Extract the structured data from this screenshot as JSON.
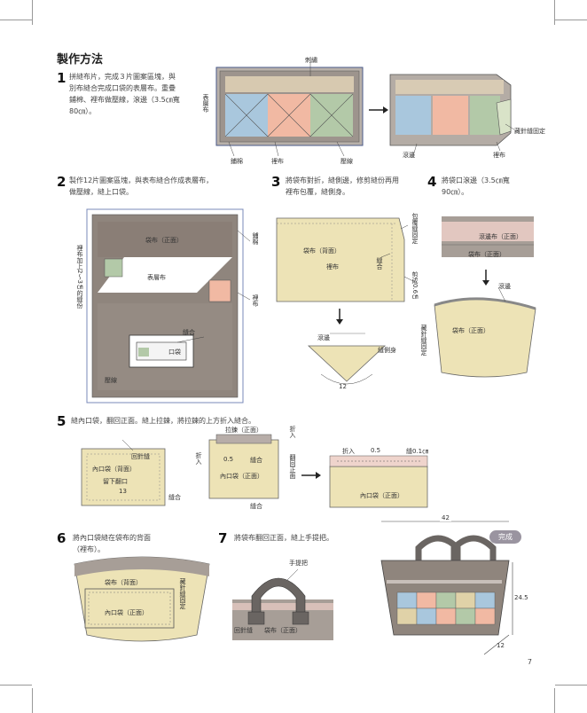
{
  "page": {
    "title": "製作方法",
    "page_number": "7"
  },
  "step1": {
    "num": "1",
    "text": [
      "拼縫布片，完成３片圖案區塊，與",
      "別布縫合完成口袋的表層布。重疊",
      "鋪棉、裡布做壓線，滾邊（3.5㎝寬",
      "80㎝）。"
    ],
    "labels": {
      "quilt": "刺繡",
      "outer": "表層布",
      "batting": "鋪棉",
      "lining": "裡布",
      "quilting": "壓線",
      "binding": "滾邊",
      "lining2": "裡布",
      "blind": "藏針縫固定"
    }
  },
  "step2": {
    "num": "2",
    "text": [
      "製作12片圖案區塊，與表布縫合作成表層布，",
      "做壓線，縫上口袋。"
    ],
    "labels": {
      "bag_front": "袋布（正面）",
      "batting": "鋪棉",
      "outer": "表層布",
      "lining_add": "裡布加上2～3㎝的縫份",
      "lining": "裡布",
      "quilting": "壓線",
      "pocket": "口袋",
      "stitch": "縫合"
    }
  },
  "step3": {
    "num": "3",
    "text": [
      "將袋布對折，縫側邊，修剪縫份再用",
      "裡布包覆，縫側身。"
    ],
    "labels": {
      "bag_back": "袋布（背面）",
      "lining": "裡布",
      "wrap": "包覆縫固定",
      "stitch": "縫合",
      "trim": "剪成0.6㎝",
      "binding": "滾邊",
      "gusset": "縫側身",
      "measure": "12"
    }
  },
  "step4": {
    "num": "4",
    "text": [
      "將袋口滾邊（3.5㎝寬",
      "90㎝）。"
    ],
    "labels": {
      "binding_front": "滾邊布（正面）",
      "bag_front": "袋布（正面）",
      "binding": "滾邊",
      "bag_front2": "袋布（正面）",
      "blind": "藏針縫固定"
    }
  },
  "step5": {
    "num": "5",
    "text": [
      "縫內口袋，翻回正面。縫上拉鍊，將拉鍊的上方折入縫合。"
    ],
    "labels": {
      "back_stitch": "回針縫",
      "pocket_back": "內口袋（背面）",
      "leave_open": "留下翻口",
      "size13": "13",
      "stitch": "縫合",
      "zipper": "拉鍊（正面）",
      "fold_in": "折入",
      "dim05": "0.5",
      "stitch2": "縫合",
      "turn_right": "翻回正面",
      "pocket_front": "內口袋（正面）",
      "stitch3": "縫合",
      "fold_in2": "折入",
      "fold_in3": "折入",
      "dim05b": "0.5",
      "sew01": "縫0.1㎝",
      "pocket_front2": "內口袋（正面）"
    }
  },
  "step6": {
    "num": "6",
    "text": [
      "將內口袋縫在袋布的背面",
      "（裡布）。"
    ],
    "labels": {
      "bag_back": "袋布（背面）",
      "blind": "藏針縫固定",
      "pocket_front": "內口袋（正面）"
    }
  },
  "step7": {
    "num": "7",
    "text": [
      "將袋布翻回正面，縫上手提把。"
    ],
    "labels": {
      "handle": "手提把",
      "backstitch": "回針縫",
      "bag_front": "袋布（正面）"
    }
  },
  "finished": {
    "label": "完成",
    "width": "42",
    "height": "24.5",
    "depth": "12"
  }
}
